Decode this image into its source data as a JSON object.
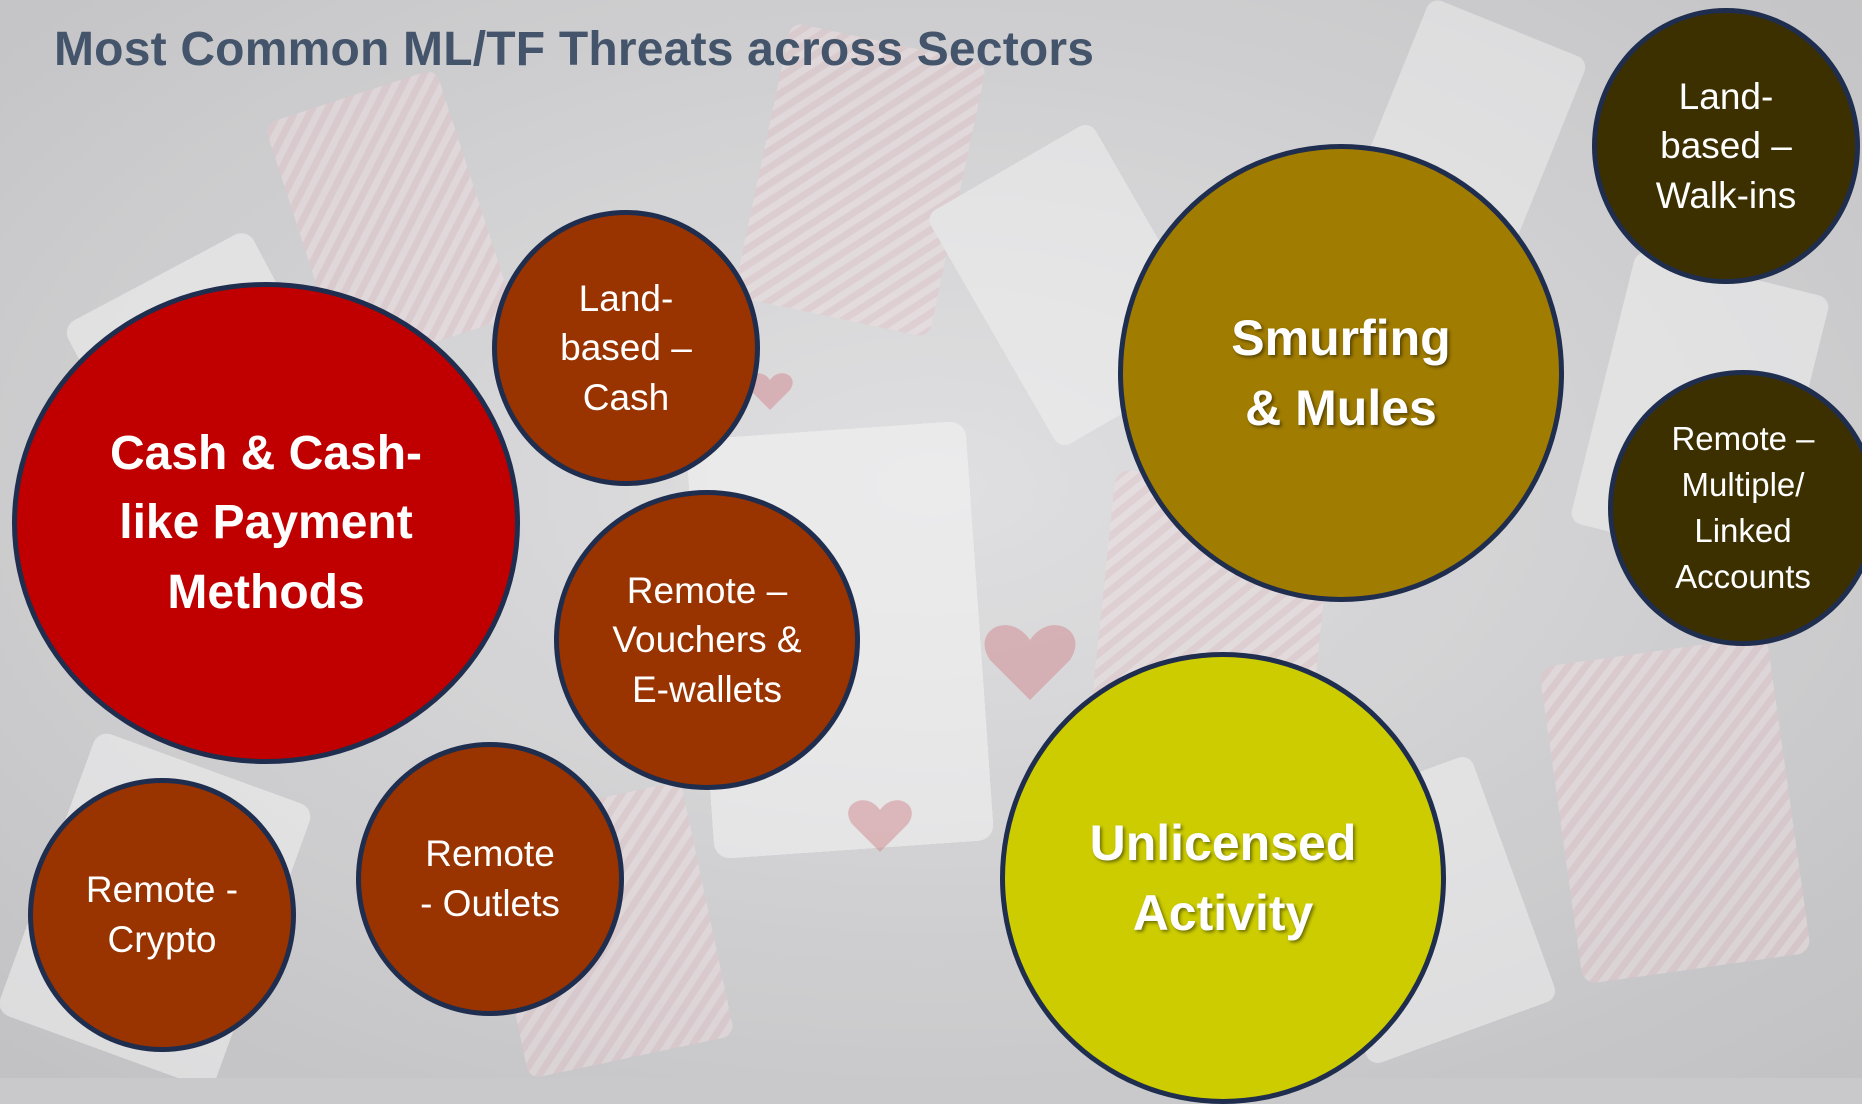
{
  "title": "Most Common ML/TF Threats across Sectors",
  "colors": {
    "title": "#44546a",
    "outline": "#1f2d4e",
    "cash_main": "#c00000",
    "cash_sub": "#993300",
    "smurfing_main": "#a07c00",
    "smurfing_sub": "#3d3000",
    "unlicensed": "#cccc00"
  },
  "bubbles": {
    "cash": {
      "label": "Cash & Cash-like Payment Methods"
    },
    "land_cash": {
      "label": "Land-based – Cash"
    },
    "remote_vouchers": {
      "label": "Remote – Vouchers & E-wallets"
    },
    "remote_outlets": {
      "label": "Remote - Outlets"
    },
    "remote_crypto": {
      "label": "Remote - Crypto"
    },
    "smurfing": {
      "label": "Smurfing & Mules"
    },
    "land_walkins": {
      "label": "Land-based – Walk-ins"
    },
    "remote_multiple": {
      "label": "Remote – Multiple/ Linked Accounts"
    },
    "unlicensed": {
      "label": "Unlicensed Activity"
    }
  }
}
